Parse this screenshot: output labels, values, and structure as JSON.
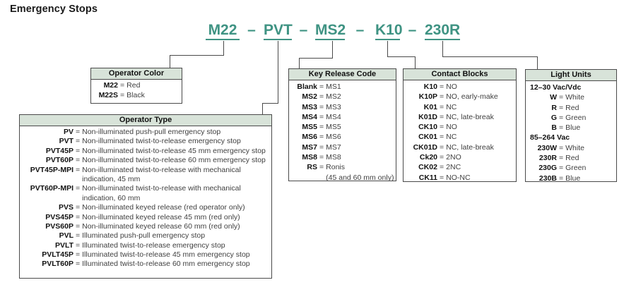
{
  "page": {
    "title": "Emergency Stops"
  },
  "part_number": {
    "segments": [
      "M22",
      "PVT",
      "MS2",
      "K10",
      "230R"
    ],
    "separator": "–"
  },
  "symbols": {
    "equals": "="
  },
  "colors": {
    "accent_teal": "#3F9383",
    "box_header_bg": "#D8E3D9",
    "box_border": "#4A4A4A",
    "code_text": "#111111",
    "value_text": "#3F3F3F"
  },
  "boxes": {
    "operator_color": {
      "title": "Operator Color",
      "rows": [
        {
          "code": "M22",
          "value": "Red"
        },
        {
          "code": "M22S",
          "value": "Black"
        }
      ]
    },
    "operator_type": {
      "title": "Operator Type",
      "rows": [
        {
          "code": "PV",
          "value": "Non-illuminated push-pull emergency stop"
        },
        {
          "code": "PVT",
          "value": "Non-illuminated twist-to-release emergency stop"
        },
        {
          "code": "PVT45P",
          "value": "Non-illuminated twist-to-release 45 mm emergency stop"
        },
        {
          "code": "PVT60P",
          "value": "Non-illuminated twist-to-release 60 mm emergency stop"
        },
        {
          "code": "PVT45P-MPI",
          "value": "Non-illuminated twist-to-release with mechanical",
          "cont": "indication, 45 mm"
        },
        {
          "code": "PVT60P-MPI",
          "value": "Non-illuminated twist-to-release with mechanical",
          "cont": "indication, 60 mm"
        },
        {
          "code": "PVS",
          "value": "Non-illuminated keyed release (red operator only)"
        },
        {
          "code": "PVS45P",
          "value": "Non-illuminated keyed release 45 mm (red only)"
        },
        {
          "code": "PVS60P",
          "value": "Non-illuminated keyed release 60 mm (red only)"
        },
        {
          "code": "PVL",
          "value": "Illuminated push-pull emergency stop"
        },
        {
          "code": "PVLT",
          "value": "Illuminated twist-to-release emergency stop"
        },
        {
          "code": "PVLT45P",
          "value": "Illuminated twist-to-release 45 mm emergency stop"
        },
        {
          "code": "PVLT60P",
          "value": "Illuminated twist-to-release 60 mm emergency stop"
        }
      ]
    },
    "key_release_code": {
      "title": "Key Release Code",
      "rows": [
        {
          "code": "Blank",
          "value": "MS1"
        },
        {
          "code": "MS2",
          "value": "MS2"
        },
        {
          "code": "MS3",
          "value": "MS3"
        },
        {
          "code": "MS4",
          "value": "MS4"
        },
        {
          "code": "MS5",
          "value": "MS5"
        },
        {
          "code": "MS6",
          "value": "MS6"
        },
        {
          "code": "MS7",
          "value": "MS7"
        },
        {
          "code": "MS8",
          "value": "MS8"
        },
        {
          "code": "RS",
          "value": "Ronis",
          "cont": "(45 and 60 mm only)"
        }
      ]
    },
    "contact_blocks": {
      "title": "Contact Blocks",
      "rows": [
        {
          "code": "K10",
          "value": "NO"
        },
        {
          "code": "K10P",
          "value": "NO, early-make"
        },
        {
          "code": "K01",
          "value": "NC"
        },
        {
          "code": "K01D",
          "value": "NC, late-break"
        },
        {
          "code": "CK10",
          "value": "NO"
        },
        {
          "code": "CK01",
          "value": "NC"
        },
        {
          "code": "CK01D",
          "value": "NC, late-break"
        },
        {
          "code": "Ck20",
          "value": "2NO"
        },
        {
          "code": "CK02",
          "value": "2NC"
        },
        {
          "code": "CK11",
          "value": "NO-NC"
        }
      ]
    },
    "light_units": {
      "title": "Light Units",
      "rows": [
        {
          "heading": "12–30 Vac/Vdc"
        },
        {
          "code": "W",
          "value": "White"
        },
        {
          "code": "R",
          "value": "Red"
        },
        {
          "code": "G",
          "value": "Green"
        },
        {
          "code": "B",
          "value": "Blue"
        },
        {
          "heading": "85–264 Vac"
        },
        {
          "code": "230W",
          "value": "White"
        },
        {
          "code": "230R",
          "value": "Red"
        },
        {
          "code": "230G",
          "value": "Green"
        },
        {
          "code": "230B",
          "value": "Blue"
        }
      ]
    }
  }
}
